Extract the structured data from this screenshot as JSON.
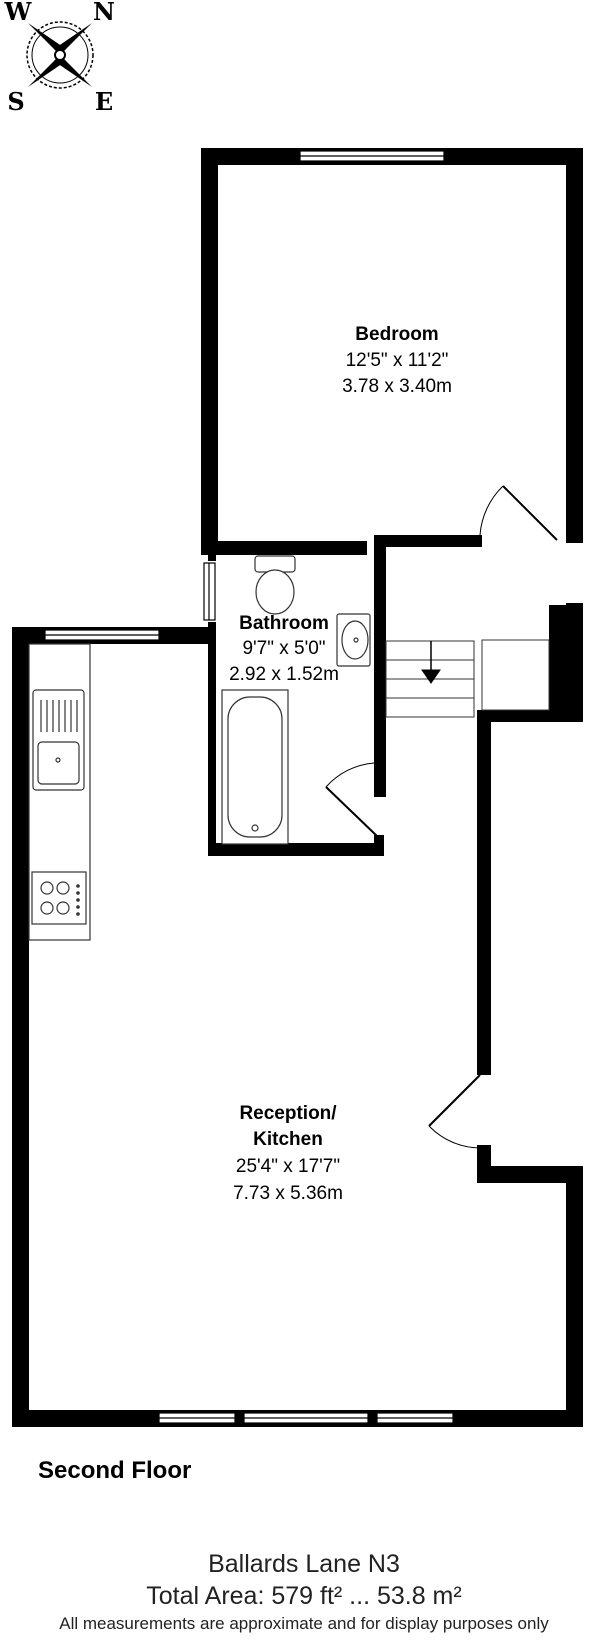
{
  "compass": {
    "north": "N",
    "south": "S",
    "east": "E",
    "west": "W"
  },
  "rooms": {
    "bedroom": {
      "name": "Bedroom",
      "imperial": "12'5\" x 11'2\"",
      "metric": "3.78 x 3.40m"
    },
    "bathroom": {
      "name": "Bathroom",
      "imperial": "9'7\" x 5'0\"",
      "metric": "2.92 x 1.52m"
    },
    "reception": {
      "name_line1": "Reception/",
      "name_line2": "Kitchen",
      "imperial": "25'4\" x 17'7\"",
      "metric": "7.73 x 5.36m"
    }
  },
  "floor_label": "Second Floor",
  "footer": {
    "address": "Ballards Lane N3",
    "total_area": "Total Area: 579 ft² ... 53.8 m²",
    "disclaimer": "All measurements are approximate and for display purposes only"
  },
  "colors": {
    "wall": "#000000",
    "background": "#ffffff",
    "fixture_stroke": "#333333",
    "text": "#000000"
  }
}
